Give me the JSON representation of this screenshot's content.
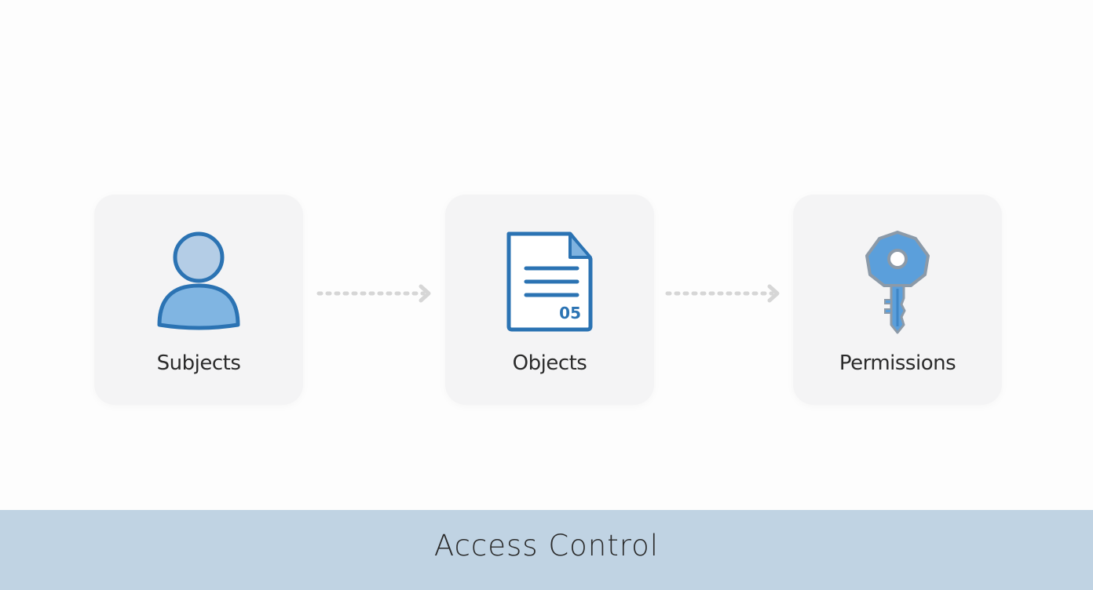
{
  "nodes": [
    {
      "label": "Subjects",
      "icon": "user-icon"
    },
    {
      "label": "Objects",
      "icon": "document-icon",
      "icon_text": "05"
    },
    {
      "label": "Permissions",
      "icon": "key-icon"
    }
  ],
  "footer": {
    "title": "Access Control"
  },
  "colors": {
    "icon_stroke": "#2b73b3",
    "icon_fill": "#7fb3e0",
    "footer_bg": "#c0d3e3",
    "card_bg": "#f4f4f5",
    "arrow": "#d6d6d6"
  }
}
